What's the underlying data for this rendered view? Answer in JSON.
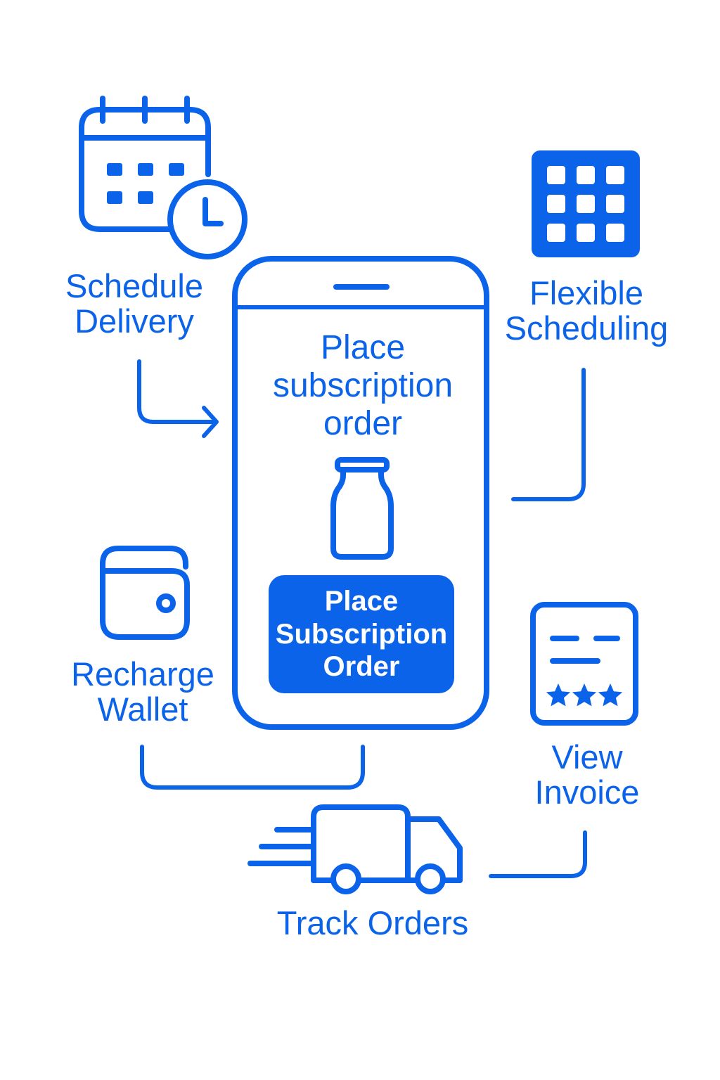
{
  "colors": {
    "accent": "#0a63e8",
    "background": "#ffffff",
    "button_text": "#ffffff"
  },
  "schedule_delivery": {
    "icon": "calendar-clock-icon",
    "label_line1": "Schedule",
    "label_line2": "Delivery"
  },
  "flexible_scheduling": {
    "icon": "grid-icon",
    "label_line1": "Flexible",
    "label_line2": "Scheduling"
  },
  "recharge_wallet": {
    "icon": "wallet-icon",
    "label_line1": "Recharge",
    "label_line2": "Wallet"
  },
  "view_invoice": {
    "icon": "invoice-icon",
    "label_line1": "View",
    "label_line2": "Invoice"
  },
  "track_orders": {
    "icon": "delivery-truck-icon",
    "label": "Track Orders"
  },
  "phone": {
    "title_line1": "Place",
    "title_line2": "subscription",
    "title_line3": "order",
    "product_icon": "milk-bottle-icon",
    "button_line1": "Place",
    "button_line2": "Subscription",
    "button_line3": "Order"
  }
}
